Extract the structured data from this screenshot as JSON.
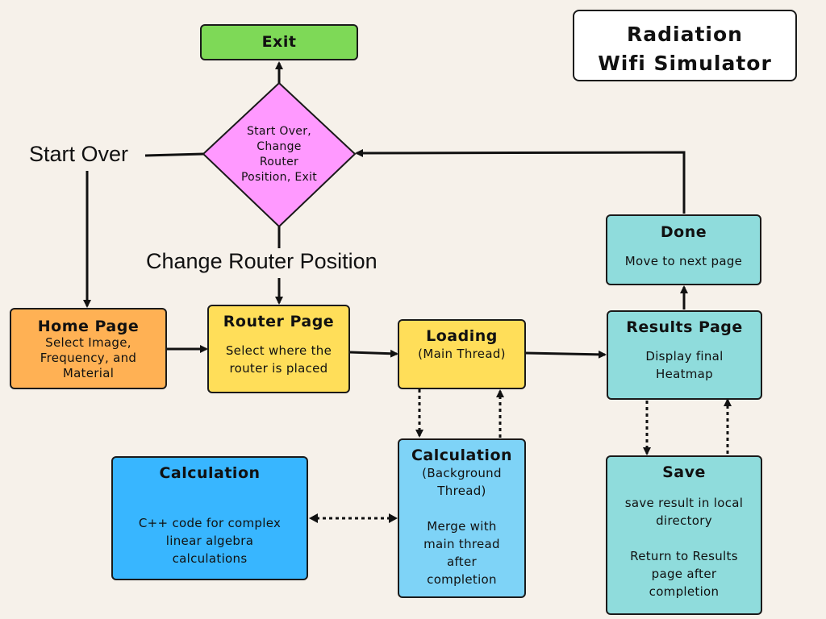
{
  "title": "Radiation\nWifi Simulator",
  "exit": {
    "label": "Exit"
  },
  "decision": {
    "text": "Start Over,\nChange\nRouter\nPosition, Exit"
  },
  "edge_labels": {
    "start_over": "Start Over",
    "change_router": "Change Router Position"
  },
  "home": {
    "title": "Home Page",
    "desc": "Select Image,\nFrequency, and\nMaterial"
  },
  "router": {
    "title": "Router Page",
    "desc": "Select where the\nrouter is placed"
  },
  "loading": {
    "title": "Loading",
    "desc": "(Main Thread)"
  },
  "results": {
    "title": "Results Page",
    "desc": "Display final\nHeatmap"
  },
  "done": {
    "title": "Done",
    "desc": "Move to next page"
  },
  "bg_calc": {
    "title": "Calculation",
    "desc": "(Background\nThread)\n\nMerge with\nmain thread\nafter\ncompletion"
  },
  "cpp_calc": {
    "title": "Calculation",
    "desc": "C++ code for complex\nlinear algebra\ncalculations"
  },
  "save": {
    "title": "Save",
    "desc": "save result in local\ndirectory\n\nReturn to Results\npage after\ncompletion"
  },
  "colors": {
    "exit": "#7ed957",
    "decision": "#ff99ff",
    "home": "#ffb154",
    "router": "#ffde59",
    "loading": "#ffde59",
    "teal": "#8fdcdc",
    "bg_calc": "#7ed3f7",
    "cpp_calc": "#38b6ff"
  }
}
